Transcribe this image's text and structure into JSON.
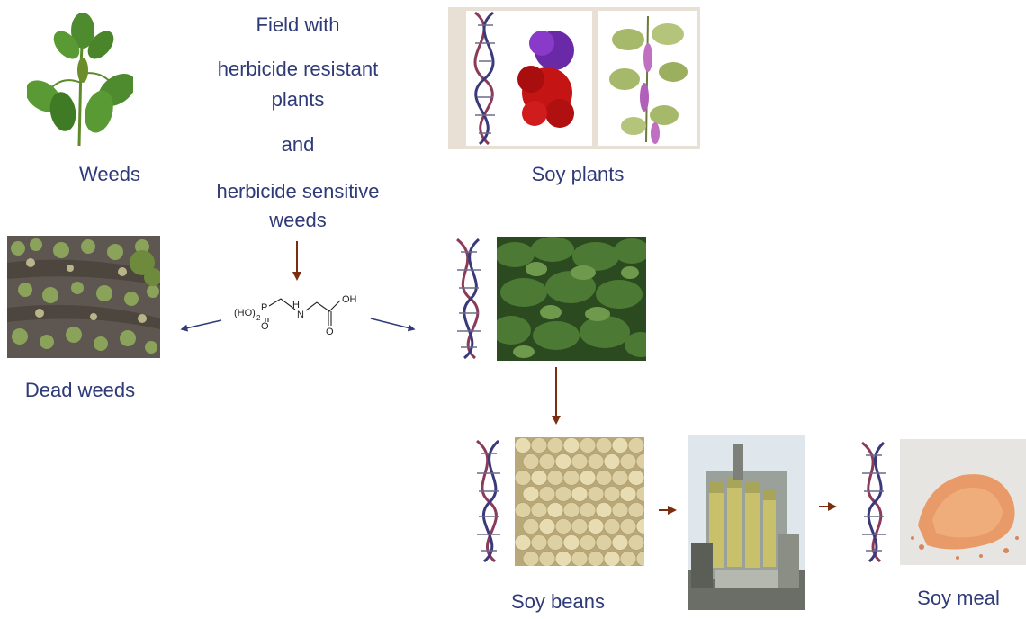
{
  "labels": {
    "weeds": "Weeds",
    "field_line1": "Field with",
    "field_line2": "herbicide resistant",
    "field_line3": "plants",
    "field_line4": "and",
    "field_line5": "herbicide sensitive",
    "field_line6": "weeds",
    "soy_plants": "Soy plants",
    "dead_weeds": "Dead weeds",
    "soy_beans": "Soy beans",
    "soy_meal": "Soy meal"
  },
  "molecule": {
    "left_group": "(HO)",
    "subscript": "2",
    "phosphorus": "P",
    "p_oxygen": "O",
    "nitrogen": "N",
    "nitrogen_h": "H",
    "hydroxyl": "OH",
    "carbonyl_oxygen": "O"
  },
  "colors": {
    "label_text": "#2f3a78",
    "arrow_brown": "#7a2e10",
    "arrow_navy": "#2f3a78"
  }
}
